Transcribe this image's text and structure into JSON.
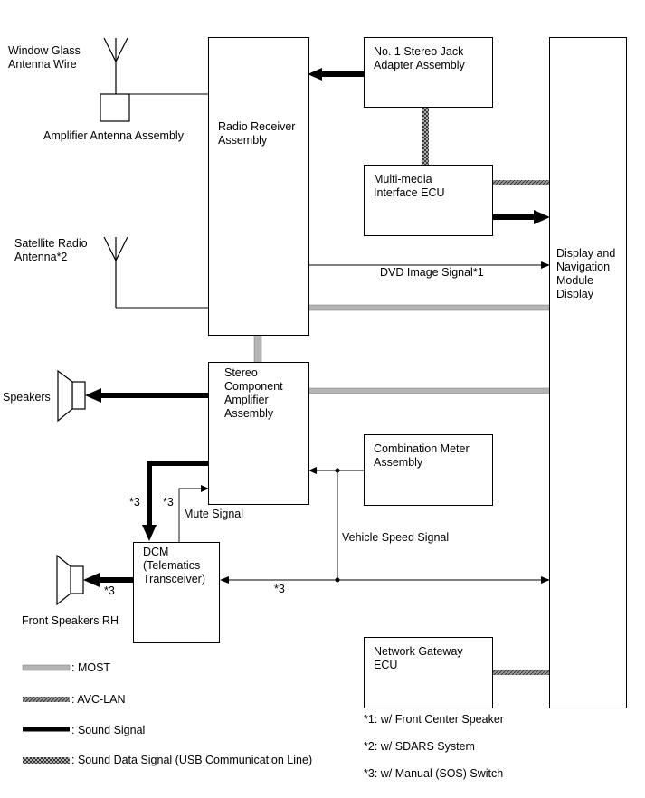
{
  "components": {
    "window_antenna_label": [
      "Window Glass",
      "Antenna Wire"
    ],
    "amp_antenna_label": "Amplifier Antenna Assembly",
    "satellite_antenna_label": [
      "Satellite Radio",
      "Antenna*2"
    ],
    "radio_receiver": [
      "Radio Receiver",
      "Assembly"
    ],
    "stereo_jack": [
      "No. 1 Stereo Jack",
      "Adapter Assembly"
    ],
    "multimedia_ecu": [
      "Multi-media",
      "Interface ECU"
    ],
    "display_module": [
      "Display and",
      "Navigation",
      "Module",
      "Display"
    ],
    "stereo_amp": [
      "Stereo",
      "Component",
      "Amplifier",
      "Assembly"
    ],
    "combination_meter": [
      "Combination Meter",
      "Assembly"
    ],
    "dcm": [
      "DCM",
      "(Telematics",
      "Transceiver)"
    ],
    "network_gateway": [
      "Network Gateway",
      "ECU"
    ],
    "speakers_label": "Speakers",
    "front_speakers_label": "Front Speakers RH"
  },
  "signals": {
    "dvd_image": "DVD Image Signal*1",
    "mute": "Mute Signal",
    "vehicle_speed": "Vehicle Speed Signal",
    "note3_a": "*3",
    "note3_b": "*3",
    "note3_c": "*3",
    "note3_d": "*3"
  },
  "legend": [
    {
      "style": "most",
      "label": ": MOST"
    },
    {
      "style": "avc-lan",
      "label": ": AVC-LAN"
    },
    {
      "style": "sound",
      "label": ": Sound Signal"
    },
    {
      "style": "usb",
      "label": ": Sound Data Signal (USB Communication Line)"
    }
  ],
  "footnotes": [
    "*1: w/ Front Center Speaker",
    "*2: w/ SDARS System",
    "*3: w/ Manual (SOS) Switch"
  ],
  "colors": {
    "most": "#b4b4b4",
    "avc_lan": "#8c8c8c",
    "line": "#000000"
  }
}
